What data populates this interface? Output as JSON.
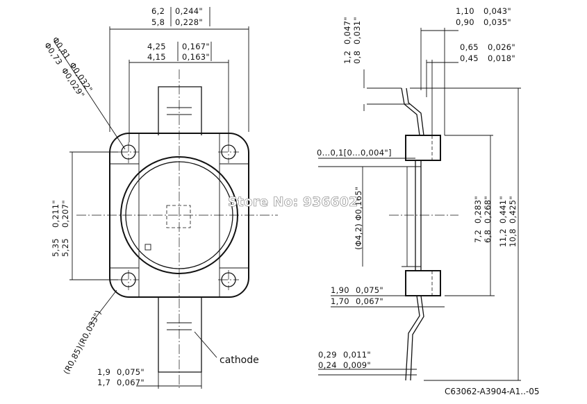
{
  "dimensions": {
    "width_top": [
      "6,2",
      "0,244\"",
      "5,8",
      "0,228\""
    ],
    "width_inner": [
      "4,25",
      "0,167\"",
      "4,15",
      "0,163\""
    ],
    "hole_diameter": [
      "Φ0,81",
      "Φ0,73",
      "Φ0,032\"",
      "Φ0,029\""
    ],
    "height_hole_pitch": [
      "5,35",
      "0,211\"",
      "5,25",
      "0,207\""
    ],
    "radius": "(R0,85)(R0,033\")",
    "lead_width": [
      "1,9",
      "0,075\"",
      "1,7",
      "0,067\""
    ],
    "side_top_offset": [
      "1,2",
      "0,047\"",
      "0,8",
      "0,031\""
    ],
    "thickness_total": [
      "1,10",
      "0,043\"",
      "0,90",
      "0,035\""
    ],
    "thickness_body": [
      "0,65",
      "0,026\"",
      "0,45",
      "0,018\""
    ],
    "gap": "0...0,1[0...0,004\"]",
    "lens_diameter": "(Φ4,2) Φ0,165\"",
    "body_height": [
      "7,2",
      "0,283\"",
      "6,8",
      "0,268\""
    ],
    "total_height": [
      "11,2",
      "0,441\"",
      "10,8",
      "0,425\""
    ],
    "bottom_thickness": [
      "1,90",
      "0,075\"",
      "1,70",
      "0,067\""
    ],
    "lead_thickness": [
      "0,29",
      "0,011\"",
      "0,24",
      "0,009\""
    ]
  },
  "labels": {
    "cathode": "cathode",
    "part_number": "C63062-A3904-A1..-05",
    "watermark": "Store No: 936602"
  }
}
